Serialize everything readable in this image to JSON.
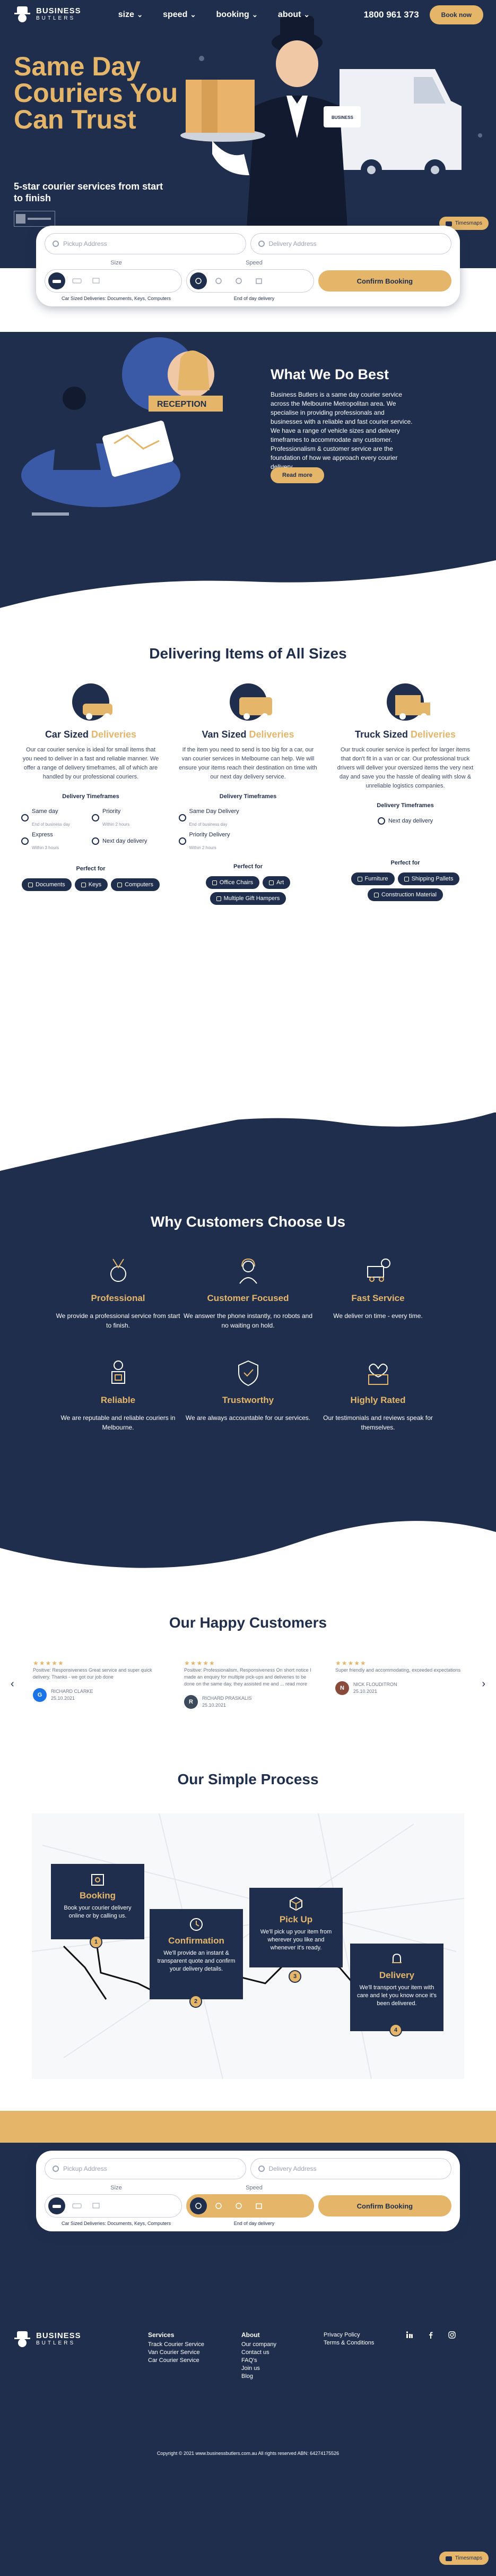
{
  "brand": {
    "name": "BUSINESS",
    "sub": "BUTLERS"
  },
  "nav": {
    "items": [
      "size",
      "speed",
      "booking",
      "about"
    ],
    "phone": "1800 961 373",
    "book_label": "Book now"
  },
  "hero": {
    "title": "Same Day Couriers You Can Trust",
    "subtitle": "5-star courier services from start to finish",
    "tracking_label": "Timesmaps"
  },
  "booking_form": {
    "pickup_placeholder": "Pickup Address",
    "delivery_placeholder": "Delivery Address",
    "size_label": "Size",
    "speed_label": "Speed",
    "size_caption": "Car Sized Deliveries: Documents, Keys, Computers",
    "speed_caption": "End of day delivery",
    "confirm_label": "Confirm Booking"
  },
  "what_we_do": {
    "reception_sign": "RECEPTION",
    "title": "What We Do Best",
    "text": "Business Butlers is a same day courier service across the Melbourne Metropolitan area. We specialise in providing professionals and businesses with a reliable and fast courier service. We have a range of vehicle sizes and delivery timeframes to accommodate any customer. Professionalism & customer service are the foundation of how we approach every courier delivery.",
    "button": "Read more"
  },
  "delivering": {
    "title": "Delivering Items of All Sizes",
    "timeframes_heading": "Delivery Timeframes",
    "perfect_heading": "Perfect for",
    "columns": [
      {
        "title_a": "Car Sized",
        "title_b": "Deliveries",
        "text": "Our car courier service is ideal for small items that you need to deliver in a fast and reliable manner. We offer a range of delivery timeframes, all of which are handled by our professional couriers.",
        "timeframes": [
          {
            "label": "Same day",
            "note": "End of business day"
          },
          {
            "label": "Priority",
            "note": "Within 2 hours"
          },
          {
            "label": "Express",
            "note": "Within 3 hours"
          },
          {
            "label": "Next day delivery",
            "note": ""
          }
        ],
        "chips": [
          "Documents",
          "Keys",
          "Computers"
        ]
      },
      {
        "title_a": "Van Sized",
        "title_b": "Deliveries",
        "text": "If the item you need to send is too big for a car, our van courier services in Melbourne can help. We will ensure your items reach their destination on time with our next day delivery service.",
        "timeframes": [
          {
            "label": "Same Day Delivery",
            "note": "End of business day"
          },
          {
            "label": "Priority Delivery",
            "note": "Within 2 hours"
          }
        ],
        "chips": [
          "Office Chairs",
          "Art",
          "Multiple Gift Hampers"
        ]
      },
      {
        "title_a": "Truck Sized",
        "title_b": "Deliveries",
        "text": "Our truck courier service is perfect for larger items that don't fit in a van or car. Our professional truck drivers will deliver your oversized items the very next day and save you the hassle of dealing with slow & unreliable logistics companies.",
        "timeframes": [
          {
            "label": "Next day delivery",
            "note": ""
          }
        ],
        "chips": [
          "Furniture",
          "Shipping Pallets",
          "Construction Material"
        ]
      }
    ]
  },
  "why": {
    "title": "Why Customers Choose Us",
    "items": [
      {
        "title": "Professional",
        "text": "We provide a professional service from start to finish."
      },
      {
        "title": "Customer Focused",
        "text": "We answer the phone instantly, no robots and no waiting on hold."
      },
      {
        "title": "Fast Service",
        "text": "We deliver on time - every time."
      },
      {
        "title": "Reliable",
        "text": "We are reputable and reliable couriers in Melbourne."
      },
      {
        "title": "Trustworthy",
        "text": "We are always accountable for our services."
      },
      {
        "title": "Highly Rated",
        "text": "Our testimonials and reviews speak for themselves."
      }
    ]
  },
  "testimonials": {
    "title": "Our Happy Customers",
    "stars": "★★★★★",
    "items": [
      {
        "quote": "Positive: Responsiveness Great service and super quick delivery. Thanks - we got our job done",
        "name": "RICHARD CLARKE",
        "date": "25.10.2021",
        "initial": "G",
        "color": "#1a73e8"
      },
      {
        "quote": "Positive: Professionalism, Responsiveness On short notice I made an enquiry for multiple pick-ups and deliveries to be done on the same day, they assisted me and ... read more",
        "name": "RICHARD PRASKALIS",
        "date": "25.10.2021",
        "initial": "R",
        "color": "#3c4a5c"
      },
      {
        "quote": "Super friendly and accommodating, exceeded expectations",
        "name": "NICK FLOUDITRON",
        "date": "25.10.2021",
        "initial": "N",
        "color": "#8a4a3a"
      }
    ]
  },
  "process": {
    "title": "Our Simple Process",
    "steps": [
      {
        "num": "1",
        "title": "Booking",
        "text": "Book your courier delivery online or by calling us."
      },
      {
        "num": "2",
        "title": "Confirmation",
        "text": "We'll provide an instant & transparent quote and confirm your delivery details."
      },
      {
        "num": "3",
        "title": "Pick Up",
        "text": "We'll pick up your item from wherever you like and whenever it's ready."
      },
      {
        "num": "4",
        "title": "Delivery",
        "text": "We'll transport your item with care and let you know once it's been delivered."
      }
    ]
  },
  "footer": {
    "services_heading": "Services",
    "services": [
      "Track Courier Service",
      "Van Courier Service",
      "Car Courier Service"
    ],
    "about_heading": "About",
    "about": [
      "Our company",
      "Contact us",
      "FAQ's",
      "Join us",
      "Blog"
    ],
    "legal": [
      "Privacy Policy",
      "Terms & Conditions"
    ],
    "copyright": "Copyright © 2021 www.businessbutlers.com.au All rights reserved ABN: 64274175526"
  },
  "colors": {
    "navy": "#1f2e4d",
    "gold": "#e5b66a"
  }
}
